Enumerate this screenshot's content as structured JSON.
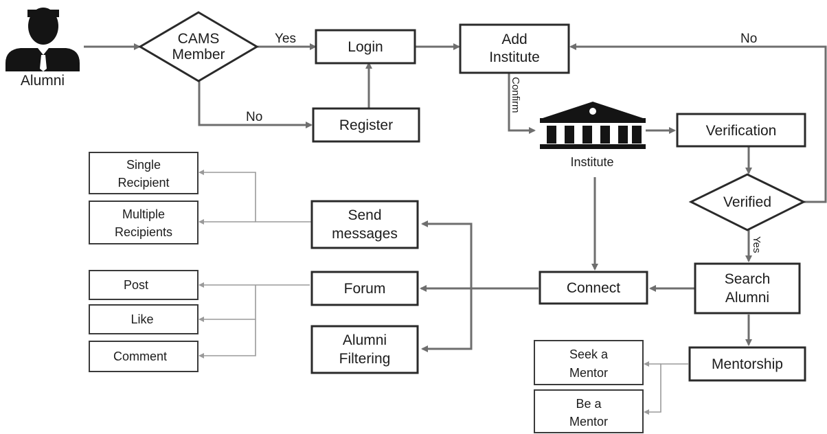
{
  "actors": {
    "alumni": "Alumni",
    "institute": "Institute"
  },
  "decisions": {
    "cams_member": [
      "CAMS",
      "Member"
    ],
    "verified": "Verified"
  },
  "processes": {
    "login": "Login",
    "register": "Register",
    "add_institute": [
      "Add",
      "Institute"
    ],
    "verification": "Verification",
    "search_alumni": [
      "Search",
      "Alumni"
    ],
    "connect": "Connect",
    "mentorship": "Mentorship",
    "send_messages": [
      "Send",
      "messages"
    ],
    "forum": "Forum",
    "alumni_filtering": [
      "Alumni",
      "Filtering"
    ]
  },
  "outputs": {
    "single_recipient": [
      "Single",
      "Recipient"
    ],
    "multiple_recipients": [
      "Multiple",
      "Recipients"
    ],
    "post": "Post",
    "like": "Like",
    "comment": "Comment",
    "seek_mentor": [
      "Seek a",
      "Mentor"
    ],
    "be_mentor": [
      "Be a",
      "Mentor"
    ]
  },
  "edge_labels": {
    "yes_login": "Yes",
    "no_register": "No",
    "no_verified": "No",
    "confirm": "Confirm",
    "yes_verified": "Yes"
  },
  "colors": {
    "box_stroke": "#2a2a2a",
    "connector": "#6e6e6e",
    "connector_thin": "#9a9a9a",
    "icon": "#141414"
  },
  "icons": {
    "alumni": "person-icon",
    "institute": "institution-building-icon"
  }
}
